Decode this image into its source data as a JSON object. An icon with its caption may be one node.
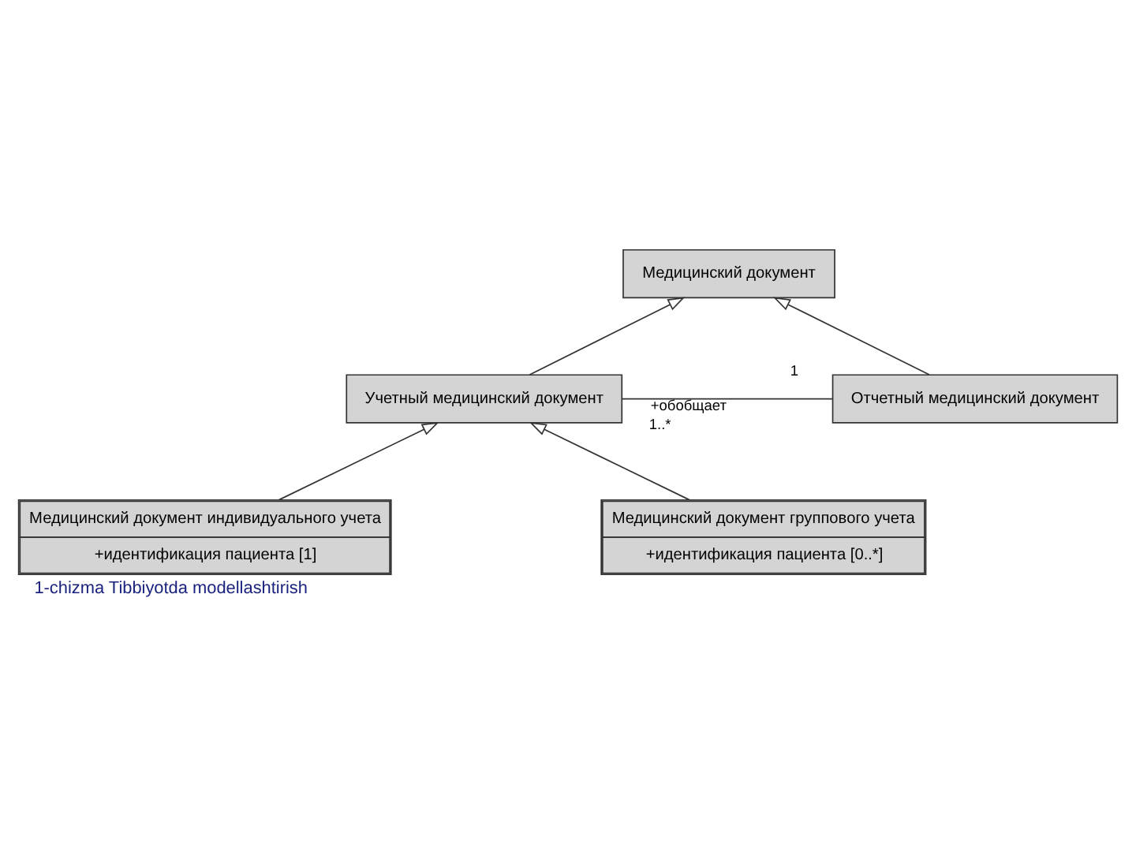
{
  "diagram": {
    "caption": "1-chizma Tibbiyotda modellashtirish",
    "nodes": [
      {
        "text": [
          "Медицинский документ"
        ]
      },
      {
        "text": [
          "Учетный медицинский документ"
        ]
      },
      {
        "text": [
          "Отчетный медицинский документ"
        ]
      },
      {
        "text": [
          "Медицинский документ индивидуального учета",
          "+идентификация пациента [1]"
        ]
      },
      {
        "text": [
          "Медицинский документ группового учета",
          "+идентификация пациента [0..*]"
        ]
      }
    ],
    "edges": [
      {
        "from": 1,
        "to": 0,
        "arrow": "to"
      },
      {
        "from": 2,
        "to": 0,
        "arrow": "to"
      },
      {
        "from": 1,
        "to": 2,
        "arrow": "none",
        "label": "+обобщает"
      },
      {
        "from": 3,
        "to": 1,
        "arrow": "to"
      },
      {
        "from": 4,
        "to": 1,
        "arrow": "to"
      }
    ],
    "labels": [
      "1..*",
      "1"
    ]
  }
}
